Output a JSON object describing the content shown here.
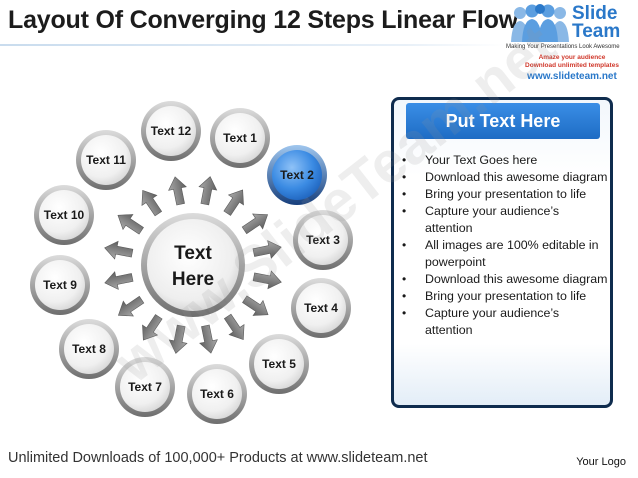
{
  "title": "Layout Of Converging 12 Steps Linear Flow",
  "logo": {
    "brand_line1": "Slide",
    "brand_line2": "Team",
    "tagline": "Making Your Presentations Look Awesome",
    "promo1": "Amaze your audience",
    "promo2": "Download unlimited templates",
    "url": "www.slideteam.net"
  },
  "diagram": {
    "center_label_line1": "Text",
    "center_label_line2": "Here",
    "nodes": [
      {
        "label": "Text 1",
        "highlighted": false
      },
      {
        "label": "Text 2",
        "highlighted": true
      },
      {
        "label": "Text 3",
        "highlighted": false
      },
      {
        "label": "Text 4",
        "highlighted": false
      },
      {
        "label": "Text 5",
        "highlighted": false
      },
      {
        "label": "Text 6",
        "highlighted": false
      },
      {
        "label": "Text 7",
        "highlighted": false
      },
      {
        "label": "Text 8",
        "highlighted": false
      },
      {
        "label": "Text 9",
        "highlighted": false
      },
      {
        "label": "Text 10",
        "highlighted": false
      },
      {
        "label": "Text 11",
        "highlighted": false
      },
      {
        "label": "Text 12",
        "highlighted": false
      }
    ],
    "colors": {
      "node_ring": "#8c8c8c",
      "node_fill": "#f4f4f4",
      "highlight_ring": "#1f5fb5",
      "highlight_fill": "#3b8be3",
      "arrow": "#7f7f7f"
    }
  },
  "panel": {
    "heading": "Put Text Here",
    "bullets": [
      "Your Text Goes here",
      "Download this awesome diagram",
      "Bring your presentation to life",
      "Capture your audience’s attention",
      "All images are 100% editable in powerpoint",
      "Download this awesome diagram",
      "Bring your presentation to life",
      "Capture your audience’s attention"
    ]
  },
  "footer": {
    "text": "Unlimited Downloads of 100,000+ Products at www.slideteam.net",
    "logo_placeholder": "Your Logo"
  }
}
